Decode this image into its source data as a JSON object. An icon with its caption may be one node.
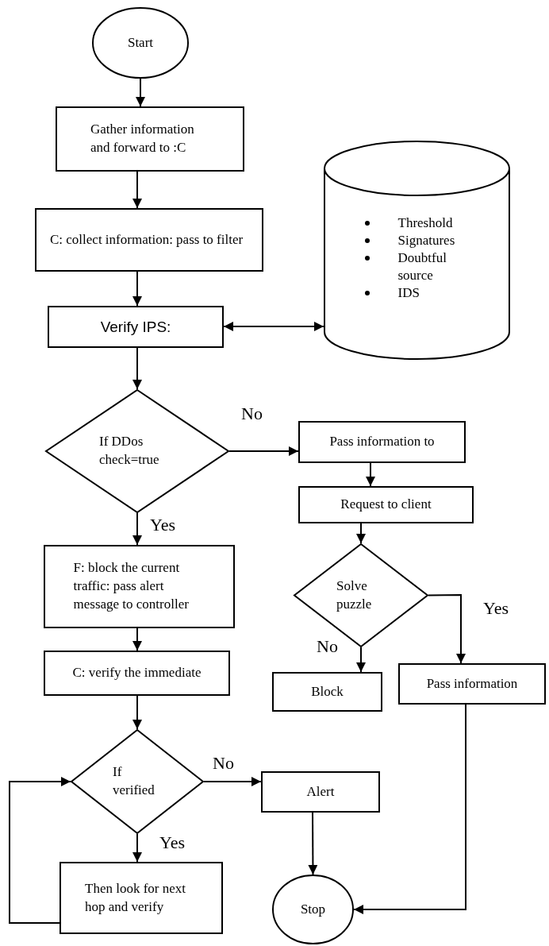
{
  "diagram": {
    "nodes": [
      {
        "text": [
          "Start"
        ]
      },
      {
        "text": [
          "Gather information and forward to :C"
        ]
      },
      {
        "text": [
          "C: collect information: pass to filter"
        ]
      },
      {
        "text": [
          "Verify IPS:"
        ]
      },
      {
        "text": [
          "Threshold",
          "Signatures",
          "Doubtful source",
          "IDS"
        ]
      },
      {
        "text": [
          "If DDos check=true"
        ]
      },
      {
        "text": [
          "Pass information to"
        ]
      },
      {
        "text": [
          "Request to client"
        ]
      },
      {
        "text": [
          "Solve puzzle"
        ]
      },
      {
        "text": [
          "F: block the current traffic: pass alert message to controller"
        ]
      },
      {
        "text": [
          "C: verify the immediate"
        ]
      },
      {
        "text": [
          "Block"
        ]
      },
      {
        "text": [
          "Pass information"
        ]
      },
      {
        "text": [
          "If verified"
        ]
      },
      {
        "text": [
          "Alert"
        ]
      },
      {
        "text": [
          "Then look for next hop and verify"
        ]
      },
      {
        "text": [
          "Stop"
        ]
      }
    ],
    "edges": [
      {
        "from": 0,
        "to": 1,
        "arrow": "to"
      },
      {
        "from": 1,
        "to": 2,
        "arrow": "to"
      },
      {
        "from": 2,
        "to": 3,
        "arrow": "to"
      },
      {
        "from": 3,
        "to": 4,
        "arrow": "both"
      },
      {
        "from": 3,
        "to": 5,
        "arrow": "to"
      },
      {
        "from": 5,
        "to": 6,
        "arrow": "to",
        "label": "No"
      },
      {
        "from": 5,
        "to": 9,
        "arrow": "to",
        "label": "Yes"
      },
      {
        "from": 6,
        "to": 7,
        "arrow": "to"
      },
      {
        "from": 7,
        "to": 8,
        "arrow": "to"
      },
      {
        "from": 8,
        "to": 11,
        "arrow": "to",
        "label": "No"
      },
      {
        "from": 8,
        "to": 12,
        "arrow": "to",
        "label": "Yes"
      },
      {
        "from": 9,
        "to": 10,
        "arrow": "to"
      },
      {
        "from": 10,
        "to": 13,
        "arrow": "to"
      },
      {
        "from": 13,
        "to": 14,
        "arrow": "to",
        "label": "No"
      },
      {
        "from": 13,
        "to": 15,
        "arrow": "to",
        "label": "Yes"
      },
      {
        "from": 15,
        "to": 13,
        "arrow": "to"
      },
      {
        "from": 14,
        "to": 16,
        "arrow": "to"
      },
      {
        "from": 12,
        "to": 16,
        "arrow": "to"
      }
    ]
  }
}
